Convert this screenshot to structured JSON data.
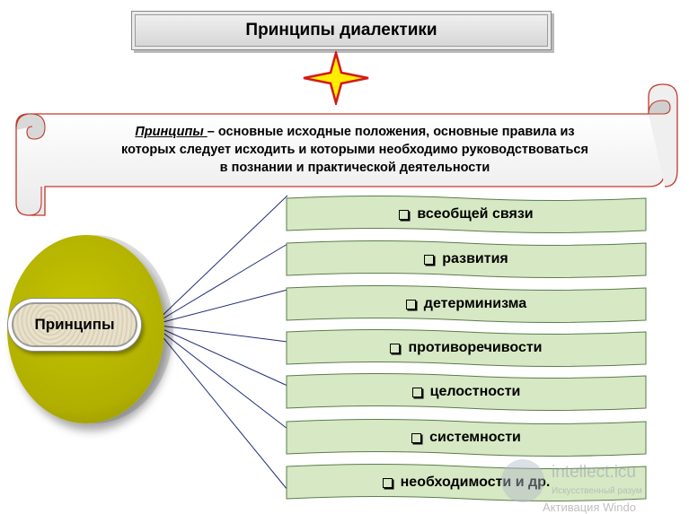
{
  "title": "Принципы  диалектики",
  "definition": {
    "term": "Принципы ",
    "dash": " –  ",
    "line1_rest": "основные исходные положения, основные правила из",
    "line2": "которых   следует исходить и которыми необходимо руководствоваться",
    "line3": "в познании  и практической деятельности"
  },
  "center_label": "Принципы",
  "principles": [
    "всеобщей связи",
    "развития",
    "детерминизма",
    "противоречивости",
    "целостности",
    "системности",
    "необходимости и др."
  ],
  "watermark": {
    "site": "intellect.icu",
    "tagline": "Искусственный разум",
    "os_notice": "Активация Windo"
  },
  "colors": {
    "banner_fill": "#d7e8c4",
    "banner_stroke": "#5a7d4a",
    "oval_fill": "#b5b300",
    "star_fill": "#ffee00",
    "star_stroke": "#d21a1a",
    "scroll_stroke": "#c0392b",
    "connector": "#1f2d78"
  }
}
